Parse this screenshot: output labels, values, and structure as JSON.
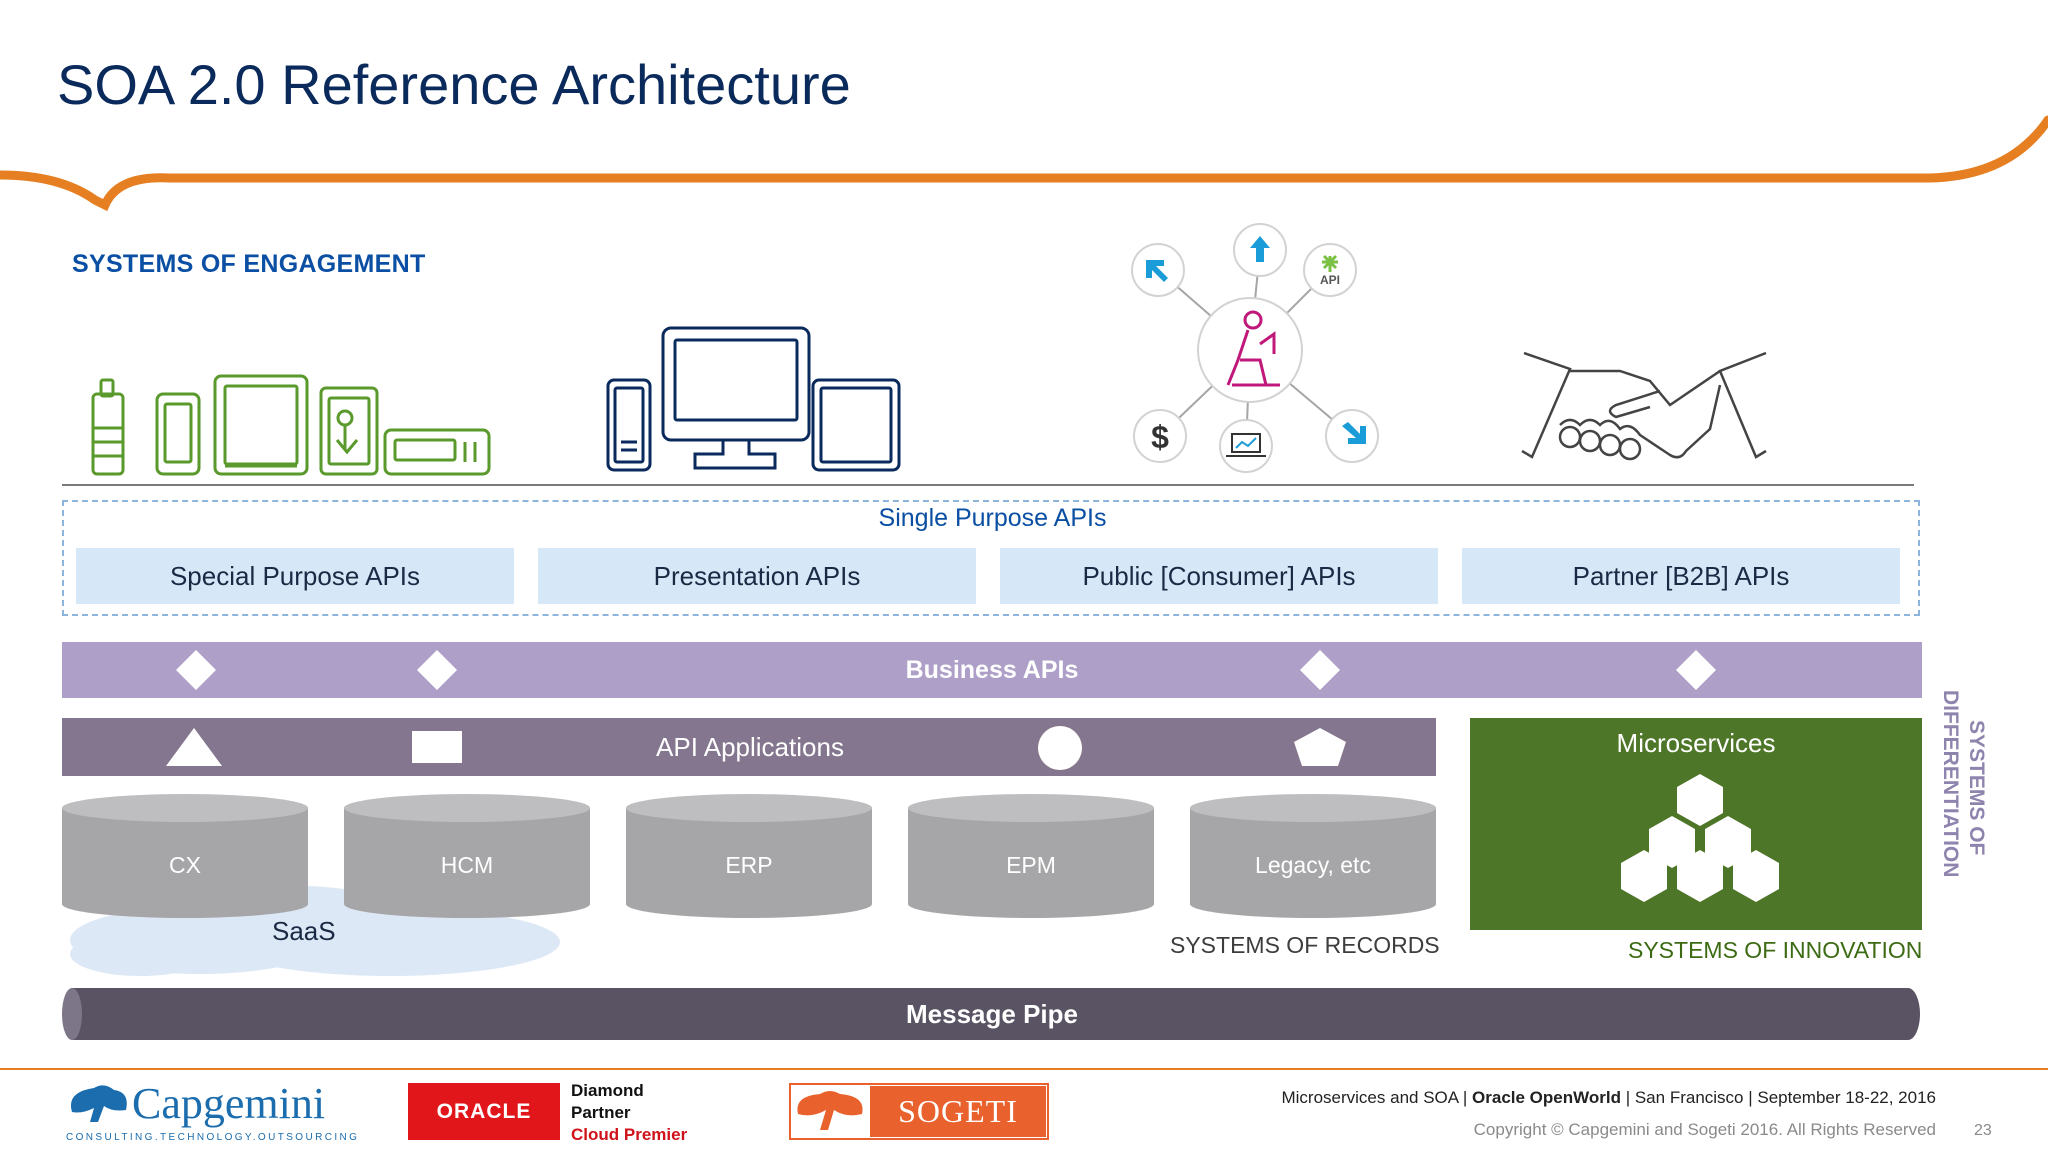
{
  "title": "SOA 2.0 Reference Architecture",
  "systems_of_engagement": "SYSTEMS OF ENGAGEMENT",
  "api_label": "API",
  "single_purpose": "Single Purpose APIs",
  "api_boxes": [
    "Special Purpose APIs",
    "Presentation APIs",
    "Public [Consumer] APIs",
    "Partner [B2B] APIs"
  ],
  "business_apis": "Business APIs",
  "api_applications": "API Applications",
  "microservices": "Microservices",
  "cylinders": [
    "CX",
    "HCM",
    "ERP",
    "EPM",
    "Legacy, etc"
  ],
  "saas": "SaaS",
  "systems_of_records": "SYSTEMS OF RECORDS",
  "systems_of_innovation": "SYSTEMS OF INNOVATION",
  "systems_of_differentiation": [
    "SYSTEMS OF",
    "DIFFERENTIATION"
  ],
  "message_pipe": "Message Pipe",
  "footer": {
    "part1": "Microservices and SOA | ",
    "part2": "Oracle OpenWorld",
    "part3": " | San Francisco | September 18-22, 2016",
    "copyright": "Copyright © Capgemini and Sogeti 2016. All Rights Reserved",
    "page": "23"
  },
  "logos": {
    "capgemini": "Capgemini",
    "capgemini_tagline": "CONSULTING.TECHNOLOGY.OUTSOURCING",
    "oracle": "ORACLE",
    "oracle_tier": [
      "Diamond",
      "Partner",
      "Cloud Premier"
    ],
    "sogeti": "SOGETI"
  },
  "colors": {
    "title": "#0b2a5c",
    "accent_orange": "#e67e22",
    "business_bar": "#ae9fc8",
    "api_app_bar": "#85768f",
    "microservices": "#4e7628",
    "cylinder": "#a6a5a7",
    "pipe": "#5a5363",
    "engagement_green": "#5a9a2c"
  }
}
